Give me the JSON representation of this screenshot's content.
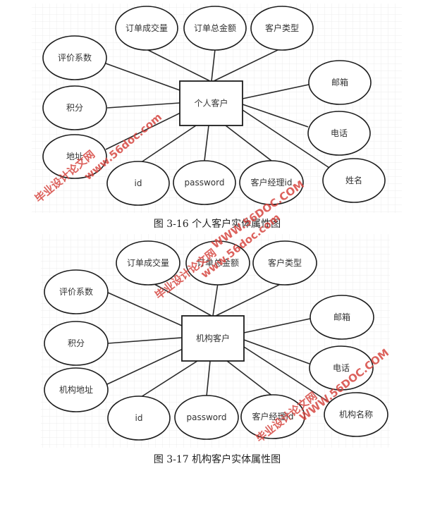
{
  "diagram1": {
    "entity": "个人客户",
    "attributes": [
      "订单成交量",
      "订单总金额",
      "客户类型",
      "评价系数",
      "积分",
      "地址",
      "id",
      "password",
      "客户经理id",
      "邮箱",
      "电话",
      "姓名"
    ],
    "caption": "图 3-16 个人客户实体属性图"
  },
  "diagram2": {
    "entity": "机构客户",
    "attributes": [
      "订单成交量",
      "订单总金额",
      "客户类型",
      "评价系数",
      "积分",
      "机构地址",
      "id",
      "password",
      "客户经理id",
      "邮箱",
      "电话",
      "机构名称"
    ],
    "caption": "图 3-17 机构客户实体属性图"
  },
  "watermarks": {
    "line1": "毕业设计论文网",
    "line2": "www.56doc.com",
    "line3": "WWW.56DOC.COM",
    "color": "#d6453f"
  },
  "colors": {
    "grid": "#ececec",
    "stroke": "#1c1c1c"
  }
}
